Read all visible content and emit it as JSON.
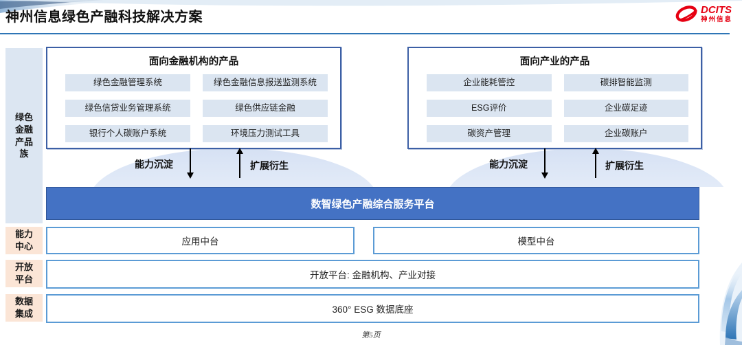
{
  "slide": {
    "title": "神州信息绿色产融科技解决方案",
    "page_number": "第5页"
  },
  "logo": {
    "brand": "DCITS",
    "company": "神州信息",
    "color": "#e60012"
  },
  "sidebar": {
    "product_family": "绿色金融产品族",
    "capability": "能力中心",
    "open": "开放平台",
    "data": "数据集成"
  },
  "groups": [
    {
      "title": "面向金融机构的产品",
      "items": [
        "绿色金融管理系统",
        "绿色金融信息报送监测系统",
        "绿色信贷业务管理系统",
        "绿色供应链金融",
        "银行个人碳账户系统",
        "环境压力测试工具"
      ]
    },
    {
      "title": "面向产业的产品",
      "items": [
        "企业能耗管控",
        "碳排智能监测",
        "ESG评价",
        "企业碳足迹",
        "碳资产管理",
        "企业碳账户"
      ]
    }
  ],
  "flow": {
    "down_label": "能力沉淀",
    "up_label": "扩展衍生"
  },
  "platform": {
    "title": "数智绿色产融综合服务平台"
  },
  "capability_center": {
    "app": "应用中台",
    "model": "模型中台"
  },
  "open_platform": {
    "text": "开放平台: 金融机构、产业对接"
  },
  "data_integration": {
    "text": "360° ESG 数据底座"
  },
  "colors": {
    "accent_blue": "#4472c4",
    "box_border_blue": "#3c5fa5",
    "light_border_blue": "#5b9bd5",
    "chip_bg": "#dbe5f1",
    "sidebar_blue_bg": "#dce6f2",
    "sidebar_peach_bg": "#fbe5d6",
    "divider_blue": "#2e75b6",
    "logo_red": "#e60012"
  }
}
